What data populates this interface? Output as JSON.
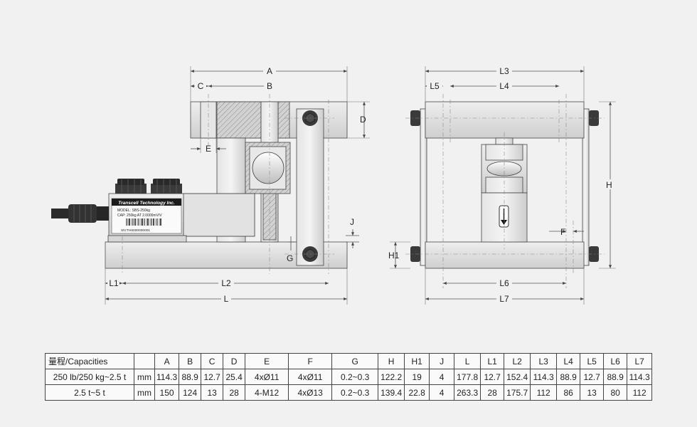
{
  "dims": {
    "front": {
      "A": "A",
      "B": "B",
      "C": "C",
      "D": "D",
      "E": "E",
      "J": "J",
      "G": "G",
      "L1": "L1",
      "L2": "L2",
      "L": "L"
    },
    "side": {
      "L3": "L3",
      "L4": "L4",
      "L5": "L5",
      "H": "H",
      "H1": "H1",
      "F": "F",
      "L6": "L6",
      "L7": "L7"
    }
  },
  "label_plate": {
    "brand": "Transcell Technology Inc.",
    "model": "MODEL:  SBS-250kg",
    "cap": "CAP:  250kg     AT 2.0000mV/V",
    "sn": "SN:TH6000000001"
  },
  "table": {
    "headers": [
      "量程/Capacities",
      "",
      "A",
      "B",
      "C",
      "D",
      "E",
      "F",
      "G",
      "H",
      "H1",
      "J",
      "L",
      "L1",
      "L2",
      "L3",
      "L4",
      "L5",
      "L6",
      "L7"
    ],
    "rows": [
      [
        "250 lb/250 kg~2.5 t",
        "mm",
        "114.3",
        "88.9",
        "12.7",
        "25.4",
        "4xØ11",
        "4xØ11",
        "0.2~0.3",
        "122.2",
        "19",
        "4",
        "177.8",
        "12.7",
        "152.4",
        "114.3",
        "88.9",
        "12.7",
        "88.9",
        "114.3"
      ],
      [
        "2.5 t~5 t",
        "mm",
        "150",
        "124",
        "13",
        "28",
        "4-M12",
        "4xØ13",
        "0.2~0.3",
        "139.4",
        "22.8",
        "4",
        "263.3",
        "28",
        "175.7",
        "112",
        "86",
        "13",
        "80",
        "112"
      ]
    ]
  },
  "colors": {
    "background": "#f1f1f1",
    "metal": "#dcdcdc",
    "dark": "#3a3a3a",
    "hatch": "#8a8a8a"
  }
}
